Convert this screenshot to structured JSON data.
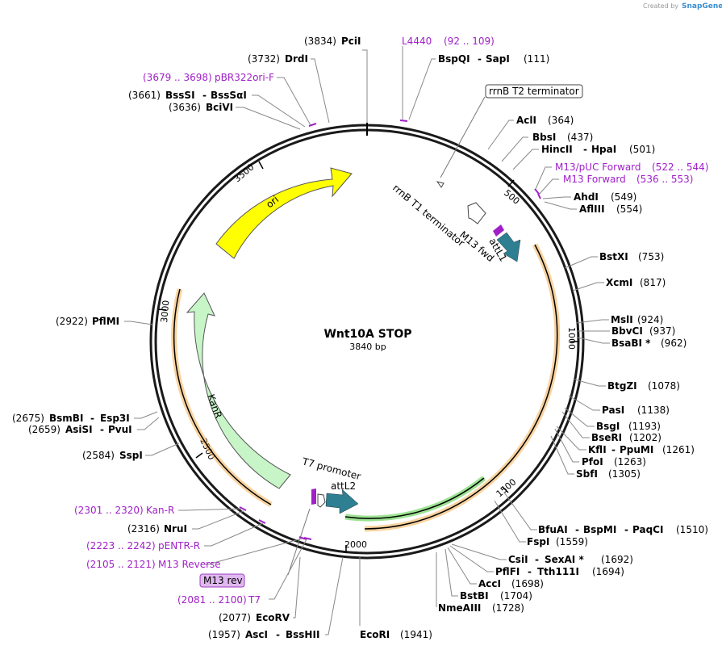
{
  "watermark": {
    "created_by": "Created by",
    "brand": "SnapGene"
  },
  "plasmid": {
    "name": "Wnt10A STOP",
    "size": "3840 bp"
  },
  "ticks": {
    "t500": "500",
    "t1000": "1000",
    "t1500": "1500",
    "t2000": "2000",
    "t2500": "2500",
    "t3000": "3000",
    "t3500": "3500"
  },
  "features": {
    "ori": "ori",
    "kanr": "KanR",
    "rrnb_t1": "rrnB T1 terminator",
    "rrnb_t2": "rrnB T2 terminator",
    "m13_fwd": "M13 fwd",
    "attl1": "attL1",
    "attl2": "attL2",
    "t7_promoter": "T7 promoter",
    "m13_rev": "M13 rev"
  },
  "right_labels": [
    {
      "pos": "(3834)",
      "name": "PciI"
    },
    {
      "pos": "(3732)",
      "name": "DrdI"
    },
    {
      "primer": "L4440",
      "range": "(92 .. 109)"
    },
    {
      "name": "BspQI",
      "name2": "SapI",
      "pos": "(111)"
    },
    {
      "name": "AclI",
      "pos": "(364)"
    },
    {
      "name": "BbsI",
      "pos": "(437)"
    },
    {
      "name": "HincII",
      "name2": "HpaI",
      "pos": "(501)"
    },
    {
      "primer": "M13/pUC Forward",
      "range": "(522 .. 544)"
    },
    {
      "primer": "M13 Forward",
      "range": "(536 .. 553)"
    },
    {
      "name": "AhdI",
      "pos": "(549)"
    },
    {
      "name": "AflIII",
      "pos": "(554)"
    },
    {
      "name": "BstXI",
      "pos": "(753)"
    },
    {
      "name": "XcmI",
      "pos": "(817)"
    },
    {
      "name": "MslI",
      "pos": "(924)"
    },
    {
      "name": "BbvCI",
      "pos": "(937)"
    },
    {
      "name": "BsaBI *",
      "pos": "(962)"
    },
    {
      "name": "BtgZI",
      "pos": "(1078)"
    },
    {
      "name": "PasI",
      "pos": "(1138)"
    },
    {
      "name": "BsgI",
      "pos": "(1193)"
    },
    {
      "name": "BseRI",
      "pos": "(1202)"
    },
    {
      "name": "KflI",
      "name2": "PpuMI",
      "pos": "(1261)"
    },
    {
      "name": "PfoI",
      "pos": "(1263)"
    },
    {
      "name": "SbfI",
      "pos": "(1305)"
    },
    {
      "name": "BfuAI",
      "name2": "BspMI",
      "name3": "PaqCI",
      "pos": "(1510)"
    },
    {
      "name": "FspI",
      "pos": "(1559)"
    },
    {
      "name": "CsiI",
      "name2": "SexAI *",
      "pos": "(1692)"
    },
    {
      "name": "PflFI",
      "name2": "Tth111I",
      "pos": "(1694)"
    },
    {
      "name": "AccI",
      "pos": "(1698)"
    },
    {
      "name": "BstBI",
      "pos": "(1704)"
    },
    {
      "name": "NmeAIII",
      "pos": "(1728)"
    },
    {
      "name": "EcoRI",
      "pos": "(1941)"
    }
  ],
  "left_labels": [
    {
      "range": "(3679 .. 3698)",
      "primer": "pBR322ori-F"
    },
    {
      "pos": "(3661)",
      "name": "BssSI",
      "name2": "BssSαI"
    },
    {
      "pos": "(3636)",
      "name": "BciVI"
    },
    {
      "pos": "(2922)",
      "name": "PflMI"
    },
    {
      "pos": "(2675)",
      "name": "BsmBI",
      "name2": "Esp3I"
    },
    {
      "pos": "(2659)",
      "name": "AsiSI",
      "name2": "PvuI"
    },
    {
      "pos": "(2584)",
      "name": "SspI"
    },
    {
      "range": "(2301 .. 2320)",
      "primer": "Kan-R"
    },
    {
      "pos": "(2316)",
      "name": "NruI"
    },
    {
      "range": "(2223 .. 2242)",
      "primer": "pENTR-R"
    },
    {
      "range": "(2105 .. 2121)",
      "primer": "M13 Reverse"
    },
    {
      "range": "(2081 .. 2100)",
      "primer": "T7"
    },
    {
      "pos": "(2077)",
      "name": "EcoRV"
    },
    {
      "pos": "(1957)",
      "name": "AscI",
      "name2": "BssHII"
    }
  ],
  "colors": {
    "ori": "#ffff00",
    "kanr": "#c8f5c8",
    "att": "#2e7f91",
    "primer": "#a020c8",
    "orange_band": "#f4a742",
    "green_band": "#5ad04a"
  }
}
